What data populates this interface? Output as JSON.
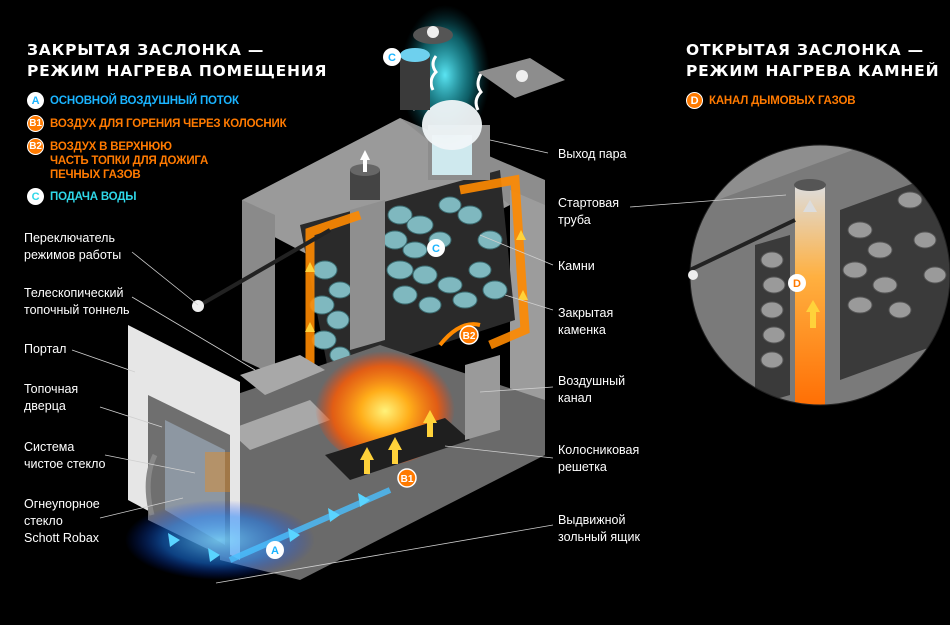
{
  "colors": {
    "background": "#000000",
    "air_blue": "#1ab4ff",
    "water_cyan": "#2fd7e8",
    "fire_orange": "#ff7a00",
    "steel_gray": "#8c8c8c"
  },
  "closed_damper": {
    "title_line1": "ЗАКРЫТАЯ ЗАСЛОНКА —",
    "title_line2": "РЕЖИМ НАГРЕВА ПОМЕЩЕНИЯ",
    "legend": [
      {
        "badge": "A",
        "text": "ОСНОВНОЙ ВОЗДУШНЫЙ ПОТОК",
        "color": "#1ab4ff"
      },
      {
        "badge": "B1",
        "text": "ВОЗДУХ ДЛЯ ГОРЕНИЯ ЧЕРЕЗ КОЛОСНИК",
        "color": "#ff7a00"
      },
      {
        "badge": "B2",
        "text": "ВОЗДУХ В ВЕРХНЮЮ ЧАСТЬ ТОПКИ ДЛЯ ДОЖИГА ПЕЧНЫХ ГАЗОВ",
        "color": "#ff7a00"
      },
      {
        "badge": "C",
        "text": "ПОДАЧА ВОДЫ",
        "color": "#2fd7e8"
      }
    ]
  },
  "open_damper": {
    "title_line1": "ОТКРЫТАЯ  ЗАСЛОНКА —",
    "title_line2": "РЕЖИМ НАГРЕВА КАМНЕЙ",
    "legend": [
      {
        "badge": "D",
        "text": "КАНАЛ ДЫМОВЫХ ГАЗОВ",
        "color": "#ff7a00"
      }
    ]
  },
  "callouts_left": [
    {
      "line1": "Переключатель",
      "line2": "режимов работы"
    },
    {
      "line1": "Телескопический",
      "line2": "топочный тоннель"
    },
    {
      "line1": "Портал",
      "line2": ""
    },
    {
      "line1": "Топочная",
      "line2": "дверца"
    },
    {
      "line1": "Система",
      "line2": "чистое стекло"
    },
    {
      "line1": "Огнеупорное",
      "line2": "стекло",
      "line3": "Schott Robax"
    }
  ],
  "callouts_right": [
    {
      "line1": "Выход пара",
      "line2": ""
    },
    {
      "line1": "Стартовая",
      "line2": "труба"
    },
    {
      "line1": "Камни",
      "line2": ""
    },
    {
      "line1": "Закрытая",
      "line2": "каменка"
    },
    {
      "line1": "Воздушный",
      "line2": "канал"
    },
    {
      "line1": "Колосниковая",
      "line2": "решетка"
    },
    {
      "line1": "Выдвижной",
      "line2": "зольный ящик"
    }
  ],
  "diagram_badges": {
    "a": "A",
    "b1": "B1",
    "b2": "B2",
    "c_top": "C",
    "c_stones": "C",
    "d": "D"
  }
}
